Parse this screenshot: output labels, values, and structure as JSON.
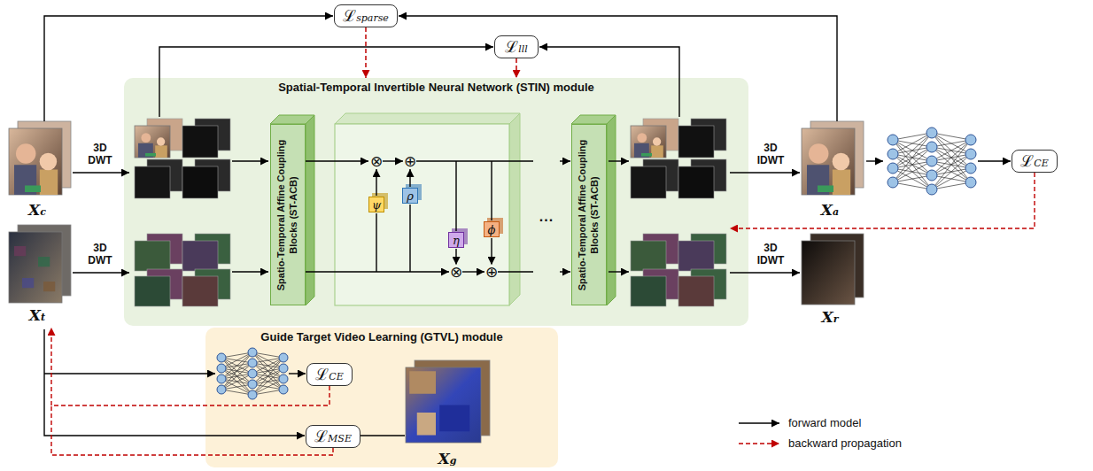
{
  "diagram": {
    "nodes": [
      {
        "text": [
          "ℒsparse"
        ]
      },
      {
        "text": [
          "ℒlll"
        ]
      },
      {
        "text": [
          "Spatial-Temporal Invertible Neural Network (STIN) module"
        ]
      },
      {
        "text": [
          "Spatio-Temporal Affine Coupling Blocks (ST-ACB)"
        ],
        "in": 2
      },
      {
        "text": [
          "ψ"
        ],
        "in": 2
      },
      {
        "text": [
          "ρ"
        ],
        "in": 2
      },
      {
        "text": [
          "η"
        ],
        "in": 2
      },
      {
        "text": [
          "ϕ"
        ],
        "in": 2
      },
      {
        "text": [
          "Spatio-Temporal Affine Coupling Blocks (ST-ACB)"
        ],
        "in": 2
      },
      {
        "text": [
          "ℒCE"
        ]
      },
      {
        "text": [
          "Guide Target Video Learning (GTVL) module"
        ]
      },
      {
        "text": [
          "ℒCE"
        ],
        "in": 10
      },
      {
        "text": [
          "ℒMSE"
        ],
        "in": 10
      }
    ],
    "edges": [
      {
        "from": 0,
        "to": 2,
        "arrow": "to"
      },
      {
        "from": 1,
        "to": 2,
        "arrow": "to"
      }
    ],
    "labels": [
      "Xc",
      "3D DWT",
      "Xt",
      "3D DWT",
      "⊗",
      "⊕",
      "⊗",
      "⊕",
      "...",
      "3D IDWT",
      "Xa",
      "3D IDWT",
      "Xr",
      "Xg"
    ],
    "legend": [
      {
        "text": "forward model"
      },
      {
        "text": "backward propagation"
      }
    ]
  }
}
